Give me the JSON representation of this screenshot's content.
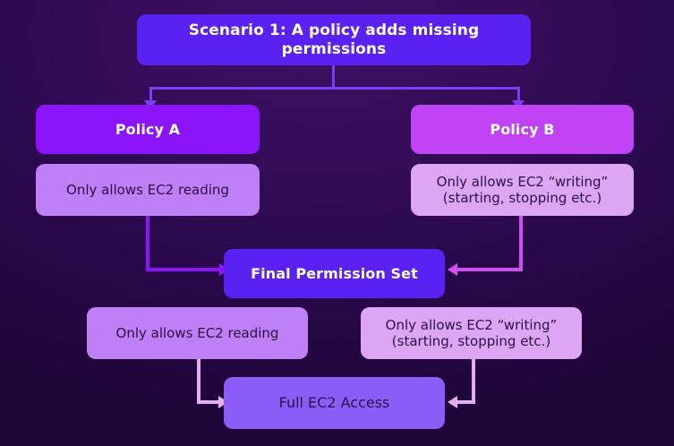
{
  "diagram": {
    "background_top": "#3b0f60",
    "background_bottom": "#1d0635",
    "title": {
      "label": "Scenario 1: A policy adds missing permissions",
      "fill": "#5a21f2",
      "text_color": "#ffffff"
    },
    "branches": [
      {
        "name": "policy-a",
        "label": "Policy A",
        "fill": "#8b14fb",
        "description": [
          "Only allows EC2 reading"
        ],
        "description_fill": "#be7ff7",
        "connector_color": "#8b14fb"
      },
      {
        "name": "policy-b",
        "label": "Policy B",
        "fill": "#c043f5",
        "description": [
          "Only allows EC2 “writing”",
          "(starting, stopping etc.)"
        ],
        "description_fill": "#dda6f5",
        "connector_color": "#cf4ff2"
      }
    ],
    "merge": {
      "label": "Final Permission Set",
      "fill": "#5a21f2",
      "text_color": "#ffffff"
    },
    "results": [
      {
        "name": "result-left",
        "lines": [
          "Only allows EC2 reading"
        ],
        "fill": "#be7ff7",
        "connector_color": "#e3aef0"
      },
      {
        "name": "result-right",
        "lines": [
          "Only allows EC2 “writing”",
          "(starting, stopping etc.)"
        ],
        "fill": "#dda6f5",
        "connector_color": "#e3aef0"
      }
    ],
    "outcome": {
      "label": "Full EC2 Access",
      "fill": "#8c5cf8",
      "text_color": "#2b1140"
    },
    "top_connector_color": "#7b3df5"
  }
}
